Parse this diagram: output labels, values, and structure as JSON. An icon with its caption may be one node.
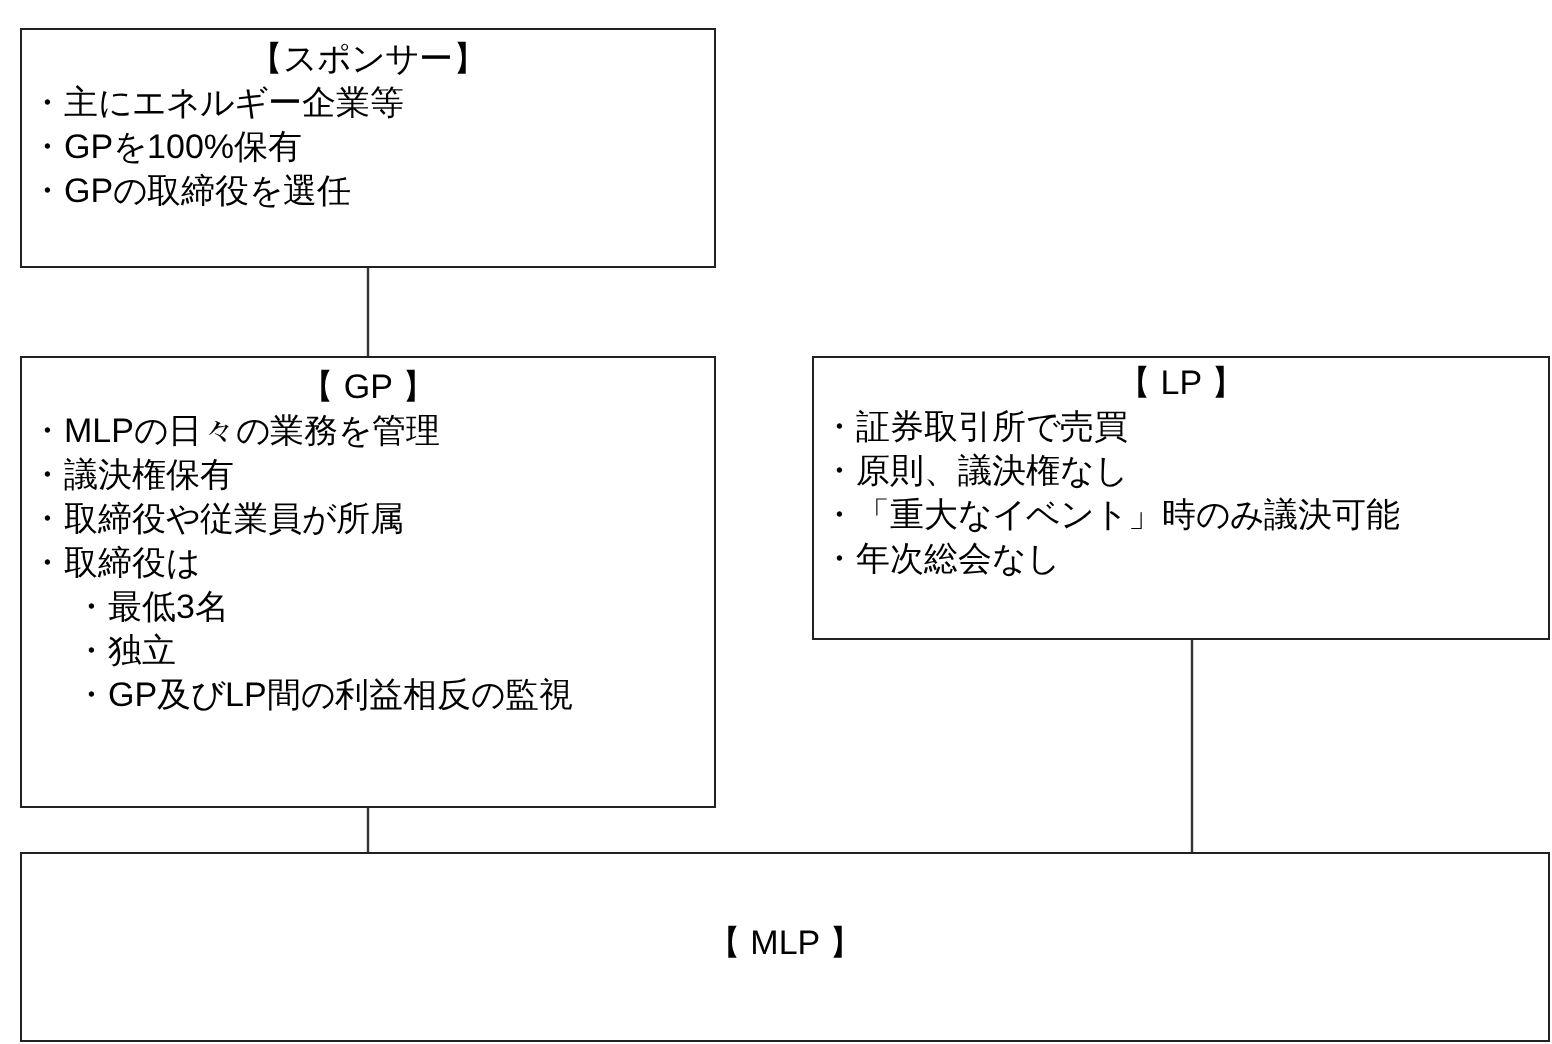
{
  "diagram": {
    "nodes": [
      {
        "text": [
          "【スポンサー】",
          "・主にエネルギー企業等",
          "・GPを100%保有",
          "・GPの取締役を選任"
        ]
      },
      {
        "text": [
          "【 GP 】",
          "・MLPの日々の業務を管理",
          "・議決権保有",
          "・取締役や従業員が所属",
          "・取締役は",
          "・最低3名",
          "・独立",
          "・GP及びLP間の利益相反の監視"
        ]
      },
      {
        "text": [
          "【 LP 】",
          "・証券取引所で売買",
          "・原則、議決権なし",
          "・「重大なイベント」時のみ議決可能",
          "・年次総会なし"
        ]
      },
      {
        "text": [
          "【 MLP 】"
        ]
      }
    ],
    "edges": [
      {
        "from": 0,
        "to": 1,
        "arrow": "none"
      },
      {
        "from": 1,
        "to": 3,
        "arrow": "none"
      },
      {
        "from": 2,
        "to": 3,
        "arrow": "none"
      }
    ]
  }
}
